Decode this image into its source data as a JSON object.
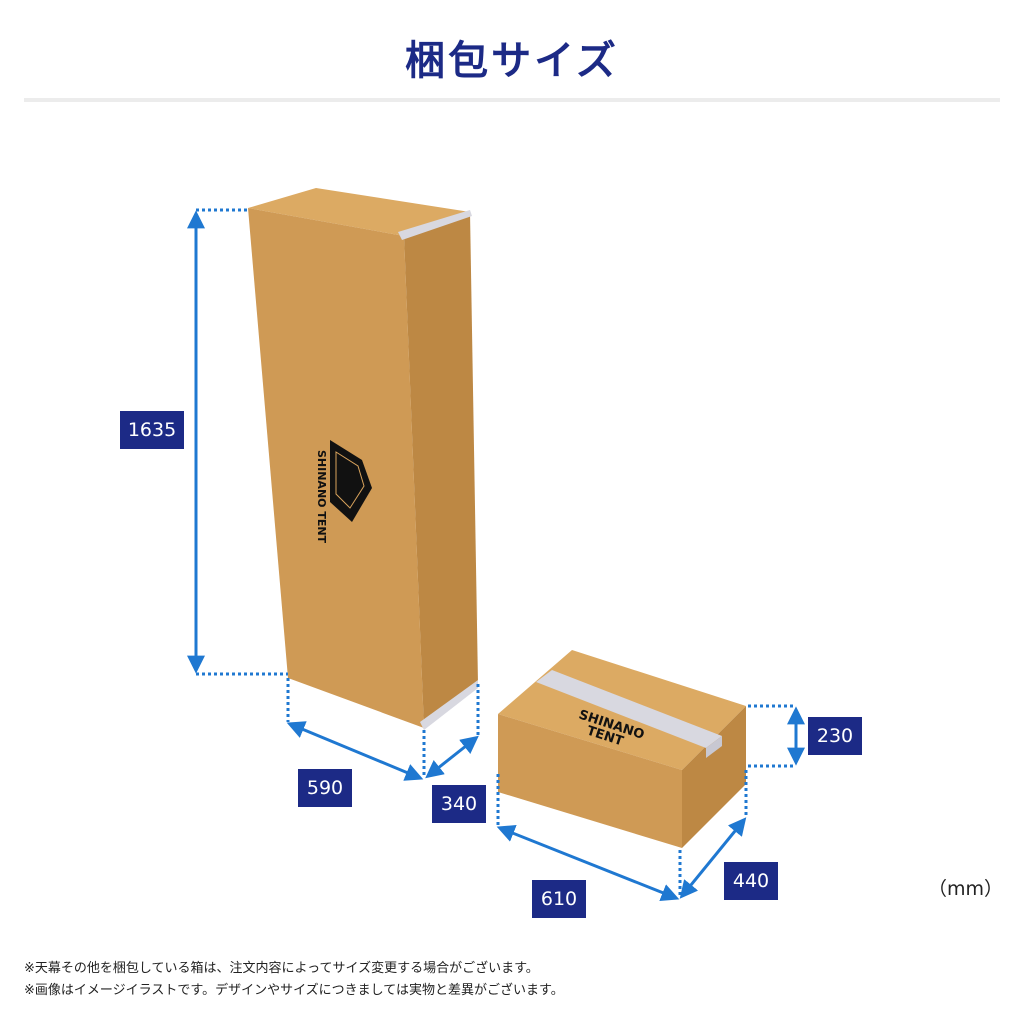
{
  "header": {
    "title": "梱包サイズ"
  },
  "colors": {
    "title": "#1c2a86",
    "label_bg": "#1c2a86",
    "dimension_line": "#1f78d1",
    "cardboard_front": "#cf9a55",
    "cardboard_side": "#bd8844",
    "cardboard_top": "#dcaa63"
  },
  "packages": [
    {
      "name": "tall-box",
      "logo_text": "SHINANO TENT",
      "dimensions": {
        "height": "1635",
        "width": "590",
        "depth": "340"
      }
    },
    {
      "name": "flat-box",
      "logo_text_line1": "SHINANO",
      "logo_text_line2": "TENT",
      "dimensions": {
        "height": "230",
        "width": "610",
        "depth": "440"
      }
    }
  ],
  "unit": "（mm）",
  "notes": [
    "※天幕その他を梱包している箱は、注文内容によってサイズ変更する場合がございます。",
    "※画像はイメージイラストです。デザインやサイズにつきましては実物と差異がございます。"
  ]
}
